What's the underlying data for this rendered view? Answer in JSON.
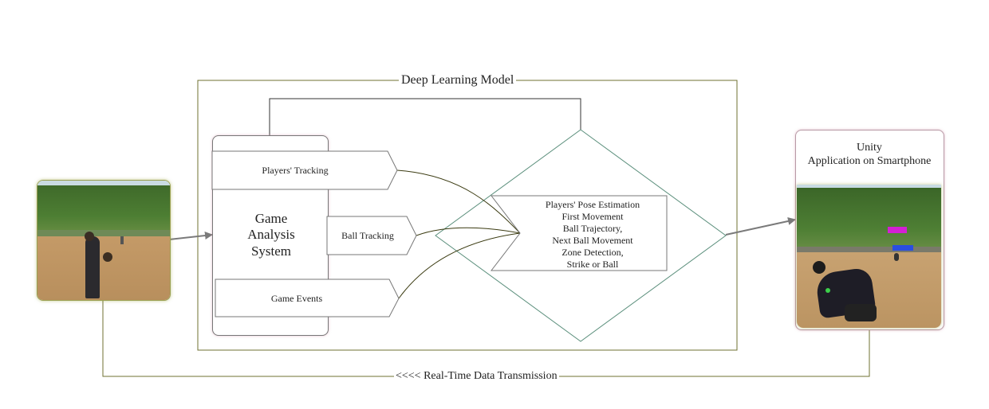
{
  "diagram": {
    "model_frame_title": "Deep Learning Model",
    "game_analysis_label": "Game\nAnalysis\nSystem",
    "streams": [
      {
        "label": "Players' Tracking"
      },
      {
        "label": "Ball Tracking"
      },
      {
        "label": "Game Events"
      }
    ],
    "analysis_lines": [
      "Players' Pose Estimation",
      "First Movement",
      "Ball Trajectory,",
      "Next Ball Movement",
      "Zone Detection,",
      "Strike or Ball"
    ],
    "app_title_line1": "Unity",
    "app_title_line2": "Application on Smartphone",
    "transmission_label": "<<<< Real-Time Data Transmission"
  },
  "colors": {
    "frame_line": "#6f7030",
    "diamond_line": "#5b8f7c",
    "arrow": "#7a7a7a",
    "card_border": "#d8a9b8",
    "shape_border": "#777777"
  }
}
